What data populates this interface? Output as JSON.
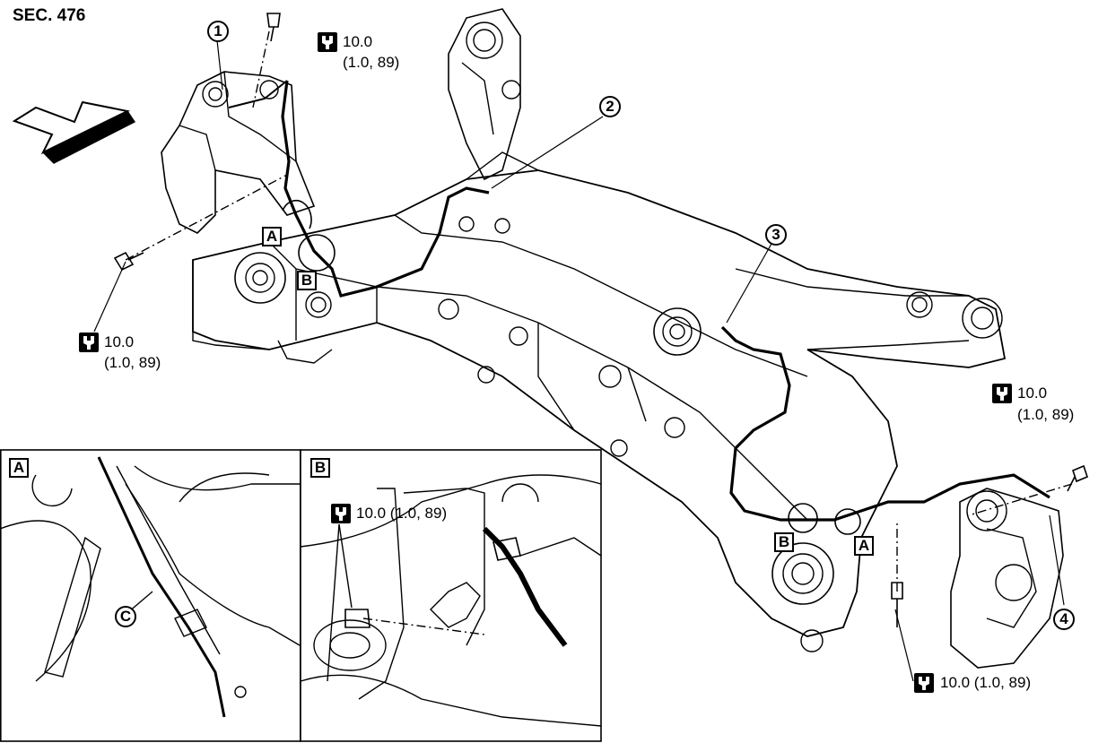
{
  "section": "SEC. 476",
  "callouts": [
    "1",
    "2",
    "3",
    "4"
  ],
  "detail_refs": {
    "a": "A",
    "b": "B",
    "c": "C"
  },
  "torques": {
    "upper_left_value": "10.0",
    "upper_left_units": "(1.0, 89)",
    "lower_left_value": "10.0",
    "lower_left_units": "(1.0, 89)",
    "right_value": "10.0",
    "right_units": "(1.0, 89)",
    "bottom_right": "10.0 (1.0, 89)",
    "detail_b": "10.0 (1.0, 89)"
  },
  "icons": {
    "torque": "torque-wrench-icon",
    "direction": "front-arrow-icon"
  }
}
